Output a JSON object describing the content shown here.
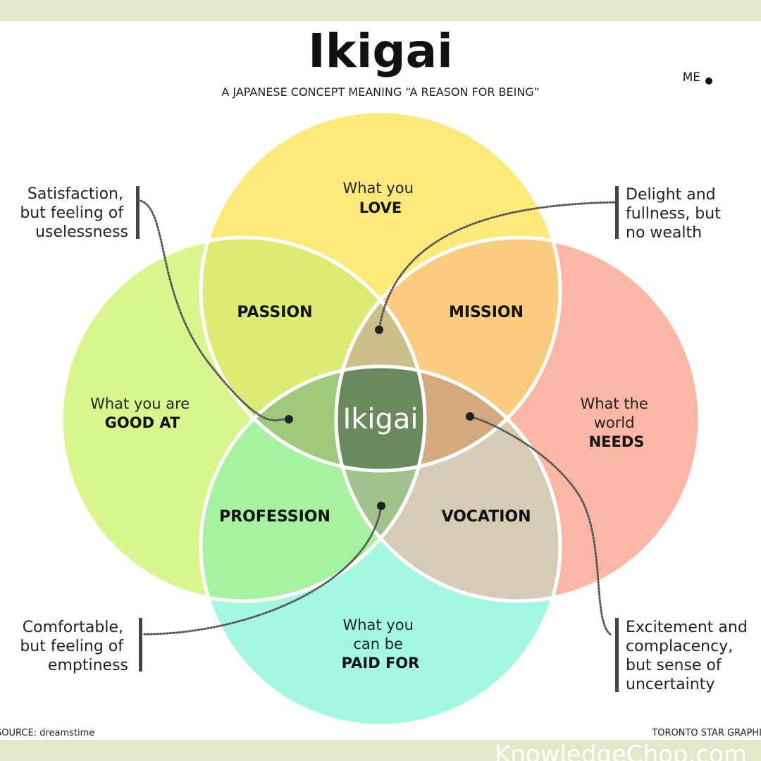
{
  "title": "Ikigai",
  "subtitle": "A JAPANESE CONCEPT MEANING “A REASON FOR BEING”",
  "legend_me": "ME",
  "circles": {
    "love": {
      "line1": "What you",
      "line2": "LOVE",
      "color": "#fbe97a"
    },
    "good_at": {
      "line1": "What you are",
      "line2": "GOOD AT",
      "color": "#d9f58e"
    },
    "needs": {
      "line1": "What the",
      "line2": "world",
      "line3": "NEEDS",
      "color": "#fbb6a6"
    },
    "paid_for": {
      "line1": "What you",
      "line2": "can be",
      "line3": "PAID FOR",
      "color": "#a4f7e0"
    }
  },
  "regions": {
    "passion": "PASSION",
    "mission": "MISSION",
    "profession": "PROFESSION",
    "vocation": "VOCATION",
    "center": "Ikigai"
  },
  "notes": {
    "top_left": [
      "Satisfaction,",
      "but feeling of",
      "uselessness"
    ],
    "top_right": [
      "Delight and",
      "fullness, but",
      "no wealth"
    ],
    "bottom_left": [
      "Comfortable,",
      "but feeling of",
      "emptiness"
    ],
    "bottom_right": [
      "Excitement and",
      "complacency,",
      "but sense of",
      "uncertainty"
    ]
  },
  "source": "SOURCE: dreamstime",
  "credit": "TORONTO STAR GRAPHIC",
  "watermark": "KnowledgeChop.com"
}
